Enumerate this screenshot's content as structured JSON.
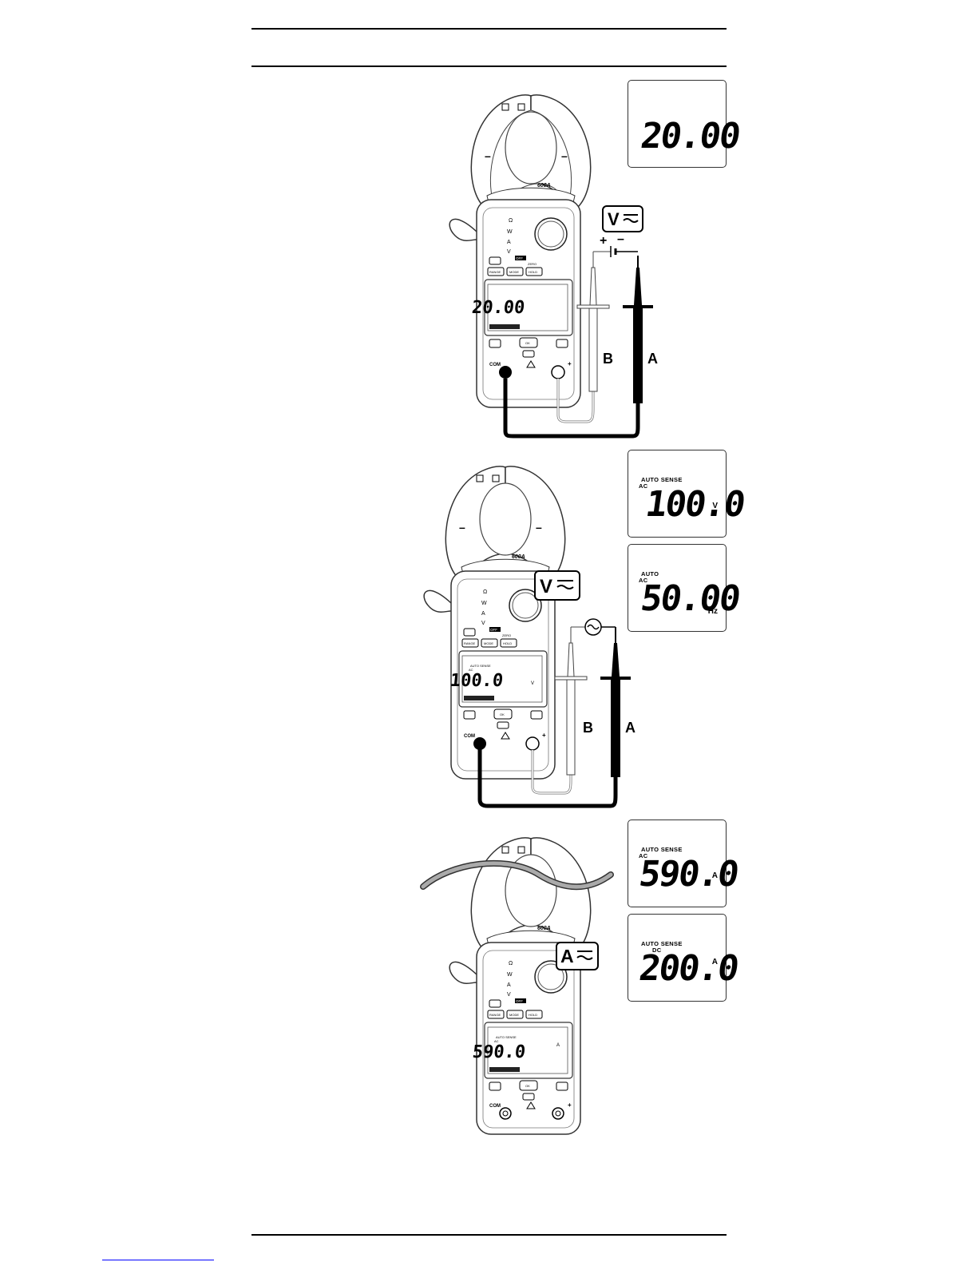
{
  "fig1": {
    "callout": {
      "digits": "20.00",
      "ann_top": "",
      "ann_mode": "",
      "unit": ""
    },
    "meter_lcd": {
      "digits": "20.00",
      "ann_top": "",
      "ann_mode": "",
      "unit": ""
    },
    "func": "V",
    "lead_b": "B",
    "lead_a": "A",
    "plus": "+",
    "minus": "–"
  },
  "fig2": {
    "callout1": {
      "digits": "100.0",
      "ann_top": "AUTO  SENSE",
      "ann_mode": "AC",
      "unit": "V"
    },
    "callout2": {
      "digits": "50.00",
      "ann_top": "AUTO",
      "ann_mode": "AC",
      "unit": "Hz"
    },
    "meter_lcd": {
      "digits": "100.0",
      "ann_top": "AUTO  SENSE",
      "ann_mode": "AC",
      "unit": "V"
    },
    "func": "V",
    "lead_b": "B",
    "lead_a": "A"
  },
  "fig3": {
    "callout1": {
      "digits": "590.0",
      "ann_top": "AUTO  SENSE",
      "ann_mode": "AC",
      "unit": "A"
    },
    "callout2": {
      "digits": "200.0",
      "ann_top": "AUTO  SENSE",
      "ann_mode": "DC",
      "unit": "A"
    },
    "meter_lcd": {
      "digits": "590.0",
      "ann_top": "AUTO  SENSE",
      "ann_mode": "AC",
      "unit": "A"
    },
    "func": "A"
  },
  "meter": {
    "model": "600A",
    "dial": {
      "ohm": "Ω",
      "w": "W",
      "a": "A",
      "v": "V",
      "off": "OFF"
    },
    "buttons": {
      "range": "RANGE",
      "mode": "MODE",
      "hold": "HOLD",
      "zero": "ZERO",
      "ok": "OK"
    },
    "com": "COM",
    "plus": "+"
  }
}
